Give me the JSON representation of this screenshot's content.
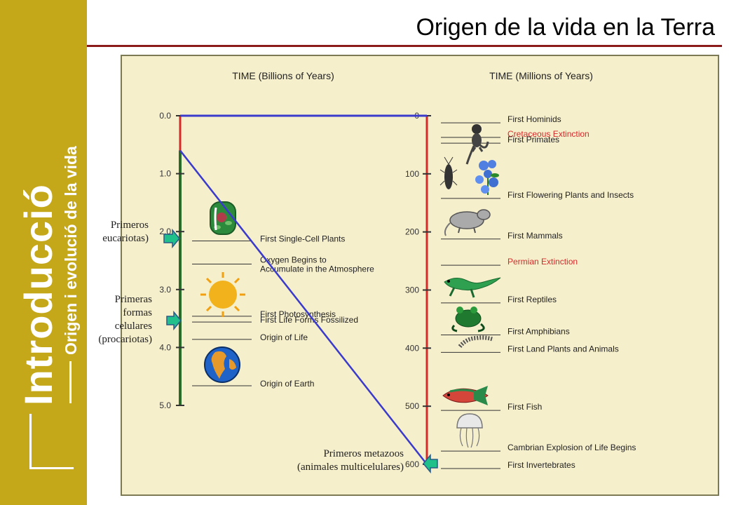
{
  "header": {
    "title": "Origen de la vida en la Terra"
  },
  "sidebar": {
    "title": "Introducció",
    "subtitle": "Origen i evolució de la vida"
  },
  "left_axis": {
    "heading": "TIME (Billions of Years)",
    "ticks": [
      "0.0",
      "1.0",
      "2.0",
      "3.0",
      "4.0",
      "5.0"
    ],
    "events": [
      {
        "label": "First Single-Cell Plants",
        "value": 2.1
      },
      {
        "label": "Oxygen Begins to",
        "label2": "Accumulate in the Atmosphere",
        "value": 2.5
      },
      {
        "label": "First Photosynthesis",
        "value": 3.4
      },
      {
        "label": "First Life Forms Fossilized",
        "value": 3.5
      },
      {
        "label": "Origin of Life",
        "value": 3.8
      },
      {
        "label": "Origin of Earth",
        "value": 4.6
      }
    ]
  },
  "right_axis": {
    "heading": "TIME (Millions of Years)",
    "ticks": [
      "0",
      "100",
      "200",
      "300",
      "400",
      "500",
      "600"
    ],
    "events": [
      {
        "label": "First Hominids",
        "value": 5,
        "color": "#222222"
      },
      {
        "label": "Cretaceous Extinction",
        "value": 30,
        "color": "#d42a2a"
      },
      {
        "label": "First Primates",
        "value": 40,
        "color": "#222222"
      },
      {
        "label": "First Flowering Plants and Insects",
        "value": 135,
        "color": "#222222"
      },
      {
        "label": "First Mammals",
        "value": 205,
        "color": "#222222"
      },
      {
        "label": "Permian Extinction",
        "value": 250,
        "color": "#d42a2a"
      },
      {
        "label": "First Reptiles",
        "value": 315,
        "color": "#222222"
      },
      {
        "label": "First Amphibians",
        "value": 370,
        "color": "#222222"
      },
      {
        "label": "First Land Plants and Animals",
        "value": 400,
        "color": "#222222"
      },
      {
        "label": "First Fish",
        "value": 500,
        "color": "#222222"
      },
      {
        "label": "Cambrian Explosion of Life Begins",
        "value": 570,
        "color": "#222222"
      },
      {
        "label": "First Invertebrates",
        "value": 600,
        "color": "#222222"
      }
    ]
  },
  "annotations": {
    "eucariotas": [
      "Primeros",
      "eucariotas)"
    ],
    "procariotas": [
      "Primeras",
      "formas",
      "celulares",
      "(procariotas)"
    ],
    "metazoos": [
      "Primeros metazoos",
      "(animales multicelulares)"
    ]
  },
  "icons": [
    "plant-cell-icon",
    "sun-icon",
    "earth-globe-icon",
    "monkey-icon",
    "cockroach-icon",
    "flower-icon",
    "rat-icon",
    "lizard-icon",
    "frog-icon",
    "millipede-icon",
    "fish-icon",
    "jellyfish-icon",
    "green-arrow-icon"
  ],
  "colors": {
    "sidebar": "#c4a81a",
    "title_rule": "#8b1a1a",
    "panel_bg": "#f6efcc",
    "axis_green": "#2a6b2a",
    "axis_red": "#d42a2a",
    "zoom_line": "#3a3acc",
    "arrow": "#1fc08a"
  }
}
